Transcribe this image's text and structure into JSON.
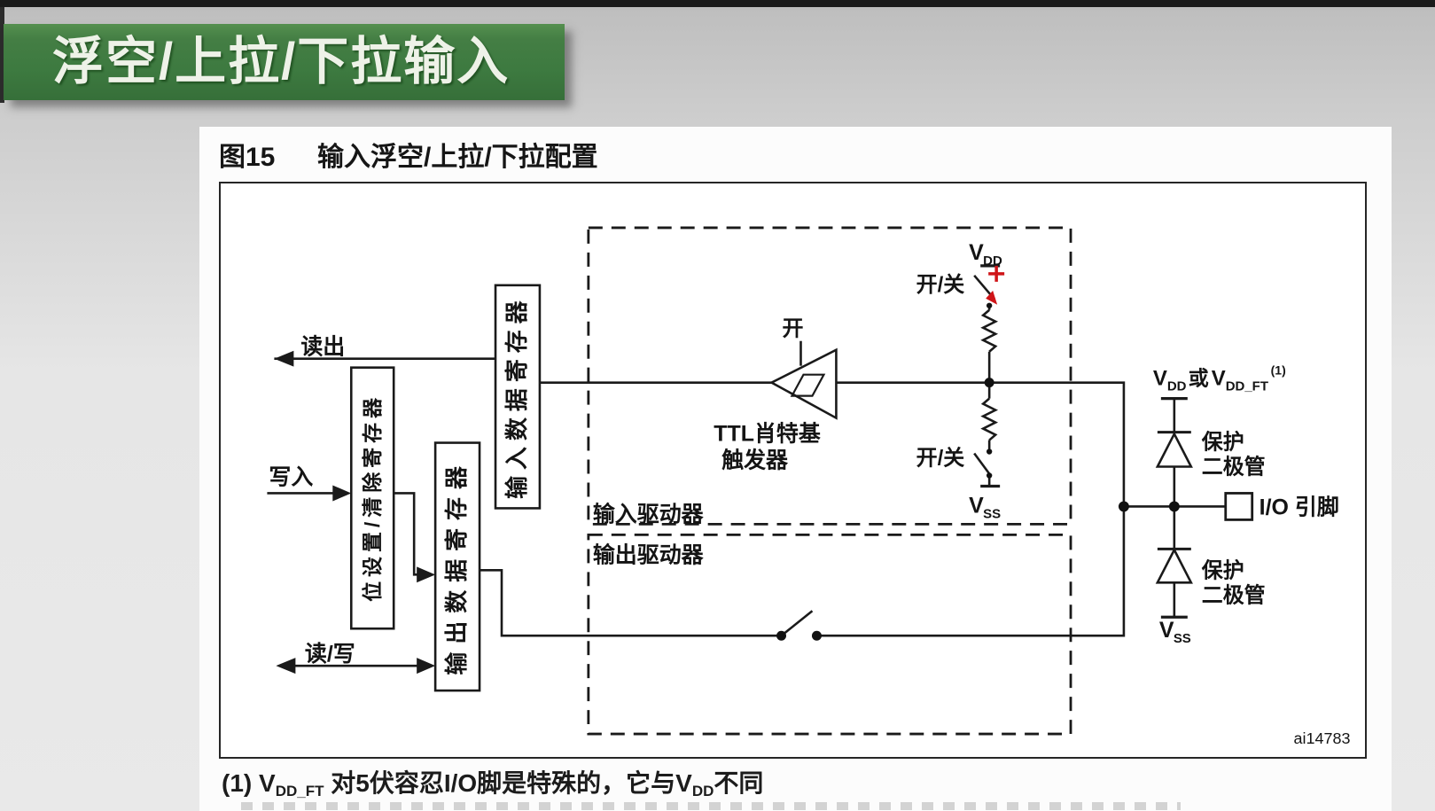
{
  "banner": {
    "title": "浮空/上拉/下拉输入"
  },
  "caption": {
    "number": "图15",
    "title": "输入浮空/上拉/下拉配置"
  },
  "registers": {
    "input_data": "输入数据寄存器",
    "bit_set_clear": "位设置/清除寄存器",
    "output_data": "输出数据寄存器"
  },
  "signals": {
    "read_out": "读出",
    "write_in": "写入",
    "read_write": "读/写"
  },
  "drivers": {
    "input_label": "输入驱动器",
    "output_label": "输出驱动器"
  },
  "schmitt": {
    "enable_label": "开",
    "name_line1": "TTL肖特基",
    "name_line2": "触发器"
  },
  "pull": {
    "switch_top": "开/关",
    "switch_bottom": "开/关"
  },
  "power": {
    "v": "V",
    "dd": "DD",
    "ss": "SS"
  },
  "io": {
    "pin_label": "I/O 引脚",
    "or_word": "或",
    "ddft_sub": "DD_FT",
    "note_sup": "(1)"
  },
  "diodes": {
    "protect_line1": "保护",
    "protect_line2": "二极管"
  },
  "footnote": {
    "p1": "(1) V",
    "sub1": "DD_FT",
    "p2": " 对5伏容忍I/O脚是特殊的，它与V",
    "sub2": "DD",
    "p3": "不同"
  },
  "watermark": "ai14783",
  "colors": {
    "banner_green": "#3d7a40",
    "cursor_red": "#cf1418",
    "line_black": "#1a1a1a"
  }
}
